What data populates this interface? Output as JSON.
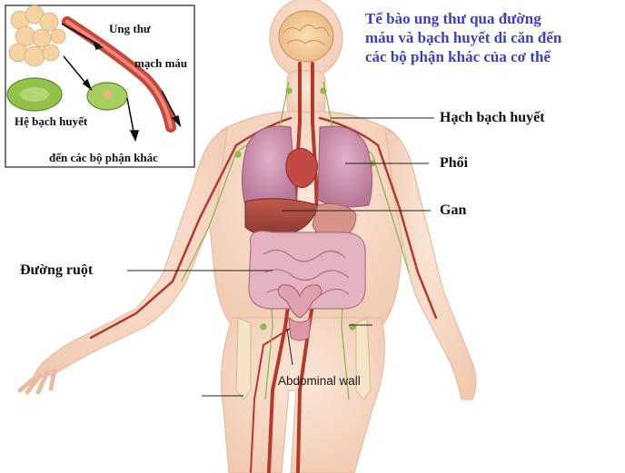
{
  "headline": {
    "lines": [
      "Tế bào ung thư qua đường",
      "máu và bạch huyết di căn đến",
      "các bộ phận khác của cơ thể"
    ]
  },
  "inset": {
    "labels": {
      "cancer": "Ung thư",
      "blood_vessel": "mạch máu",
      "lymph_system": "Hệ bạch huyết",
      "to_other_organs": "đến các bộ phận khác"
    }
  },
  "organs": {
    "lymph_node": "Hạch bạch huyết",
    "lung": "Phổi",
    "liver": "Gan",
    "intestine": "Đường ruột",
    "abdominal_wall": "Abdominal wall"
  },
  "colors": {
    "headline": "#3c3fbf",
    "skin": "#f6d7c3",
    "vessel": "#b23a2a",
    "lymph": "#8fb94a",
    "lung": "#c58aa8",
    "liver": "#a8473e",
    "intestine": "#dba6b8"
  }
}
